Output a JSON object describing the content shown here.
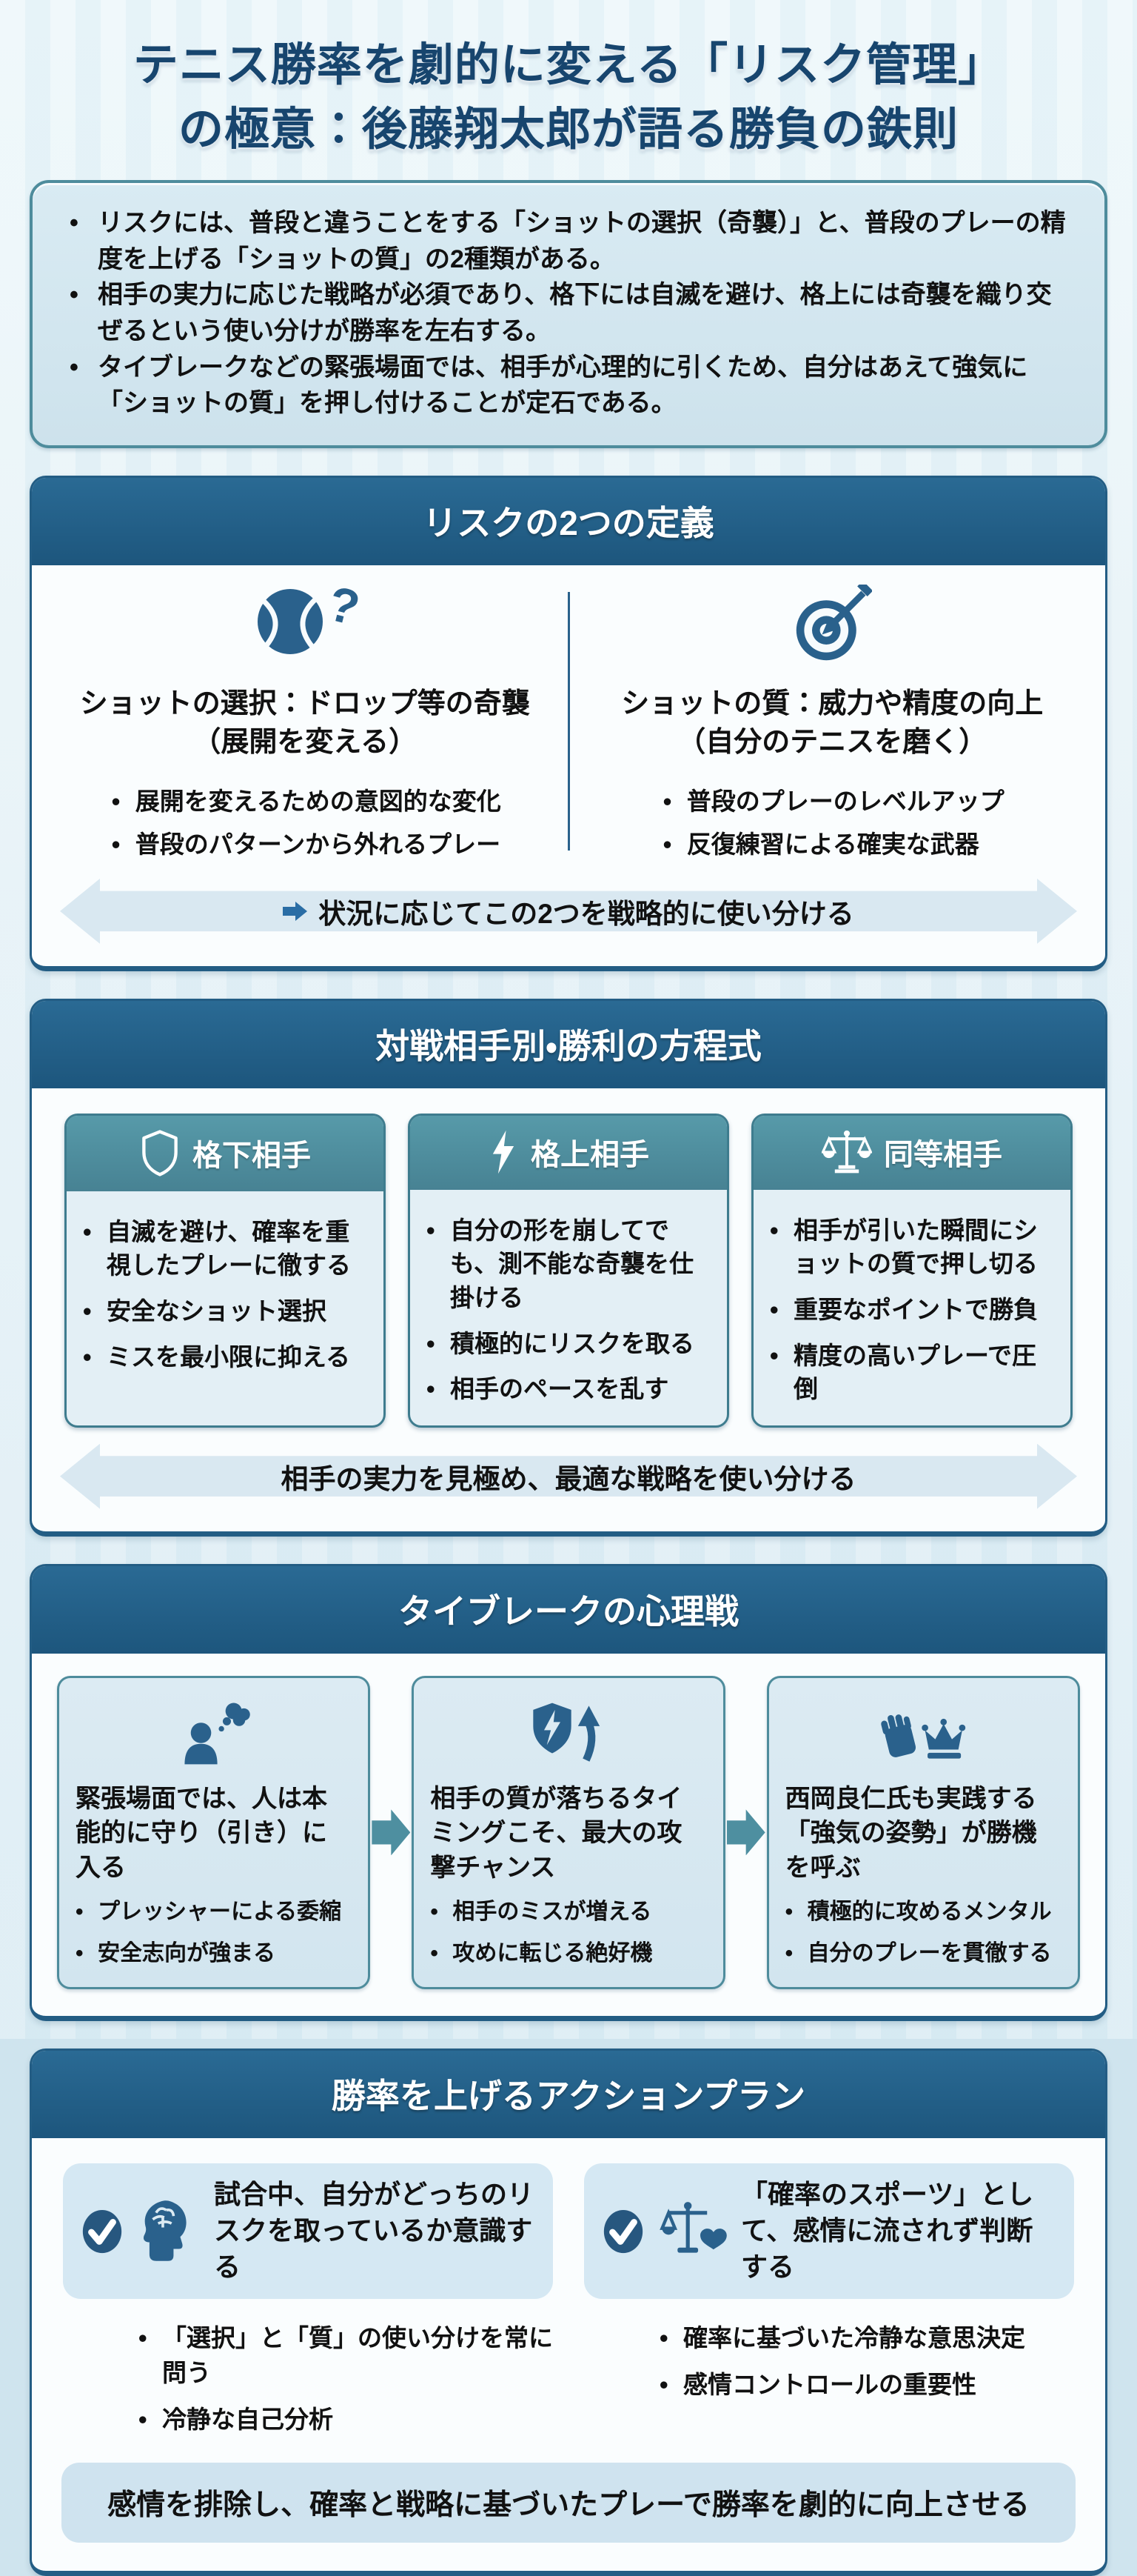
{
  "page": {
    "title_line1": "テニス勝率を劇的に変える「リスク管理」",
    "title_line2": "の極意：後藤翔太郎が語る勝負の鉄則"
  },
  "summary": {
    "bullets": [
      "リスクには、普段と違うことをする「ショットの選択（奇襲）」と、普段のプレーの精度を上げる「ショットの質」の2種類がある。",
      "相手の実力に応じた戦略が必須であり、格下には自滅を避け、格上には奇襲を織り交ぜるという使い分けが勝率を左右する。",
      "タイブレークなどの緊張場面では、相手が心理的に引くため、自分はあえて強気に「ショットの質」を押し付けることが定石である。"
    ]
  },
  "sections": {
    "definitions": {
      "title": "リスクの2つの定義",
      "left": {
        "icon": "tennis-ball-question-icon",
        "heading_line1": "ショットの選択：ドロップ等の奇襲",
        "heading_line2": "（展開を変える）",
        "bullets": [
          "展開を変えるための意図的な変化",
          "普段のパターンから外れるプレー"
        ]
      },
      "right": {
        "icon": "target-arrow-icon",
        "heading_line1": "ショットの質：威力や精度の向上",
        "heading_line2": "（自分のテニスを磨く）",
        "bullets": [
          "普段のプレーのレベルアップ",
          "反復練習による確実な武器"
        ]
      },
      "arrow_band": "状況に応じてこの2つを戦略的に使い分ける"
    },
    "opponents": {
      "title": "対戦相手別・勝利の方程式",
      "cards": [
        {
          "icon": "shield-icon",
          "title": "格下相手",
          "bullets": [
            "自滅を避け、確率を重視したプレーに徹する",
            "安全なショット選択",
            "ミスを最小限に抑える"
          ]
        },
        {
          "icon": "lightning-icon",
          "title": "格上相手",
          "bullets": [
            "自分の形を崩してでも、測不能な奇襲を仕掛ける",
            "積極的にリスクを取る",
            "相手のペースを乱す"
          ]
        },
        {
          "icon": "balance-scale-icon",
          "title": "同等相手",
          "bullets": [
            "相手が引いた瞬間にショットの質で押し切る",
            "重要なポイントで勝負",
            "精度の高いプレーで圧倒"
          ]
        }
      ],
      "arrow_band": "相手の実力を見極め、最適な戦略を使い分ける"
    },
    "tiebreak": {
      "title": "タイブレークの心理戦",
      "cards": [
        {
          "icon": "thinking-person-icon",
          "heading": "緊張場面では、人は本能的に守り（引き）に入る",
          "bullets": [
            "プレッシャーによる委縮",
            "安全志向が強まる"
          ]
        },
        {
          "icon": "shield-bolt-up-arrow-icon",
          "heading": "相手の質が落ちるタイミングこそ、最大の攻撃チャンス",
          "bullets": [
            "相手のミスが増える",
            "攻めに転じる絶好機"
          ]
        },
        {
          "icon": "fist-crown-icon",
          "heading": "西岡良仁氏も実践する「強気の姿勢」が勝機を呼ぶ",
          "bullets": [
            "積極的に攻めるメンタル",
            "自分のプレーを貫徹する"
          ]
        }
      ]
    },
    "action_plan": {
      "title": "勝率を上げるアクションプラン",
      "items": [
        {
          "icon": "brain-head-icon",
          "heading": "試合中、自分がどっちのリスクを取っているか意識する",
          "bullets": [
            "「選択」と「質」の使い分けを常に問う",
            "冷静な自己分析"
          ]
        },
        {
          "icon": "scale-heart-icon",
          "heading": "「確率のスポーツ」として、感情に流されず判断する",
          "bullets": [
            "確率に基づいた冷静な意思決定",
            "感情コントロールの重要性"
          ]
        }
      ],
      "banner": "感情を排除し、確率と戦略に基づいたプレーで勝率を劇的に向上させる"
    }
  },
  "colors": {
    "section_header_bg": "#235d84",
    "card_header_teal": "#4b8898",
    "icon_blue": "#2a618c",
    "band_bg": "#d9e8f1",
    "page_bg": "#e3f0f6",
    "title_text": "#17456e"
  }
}
